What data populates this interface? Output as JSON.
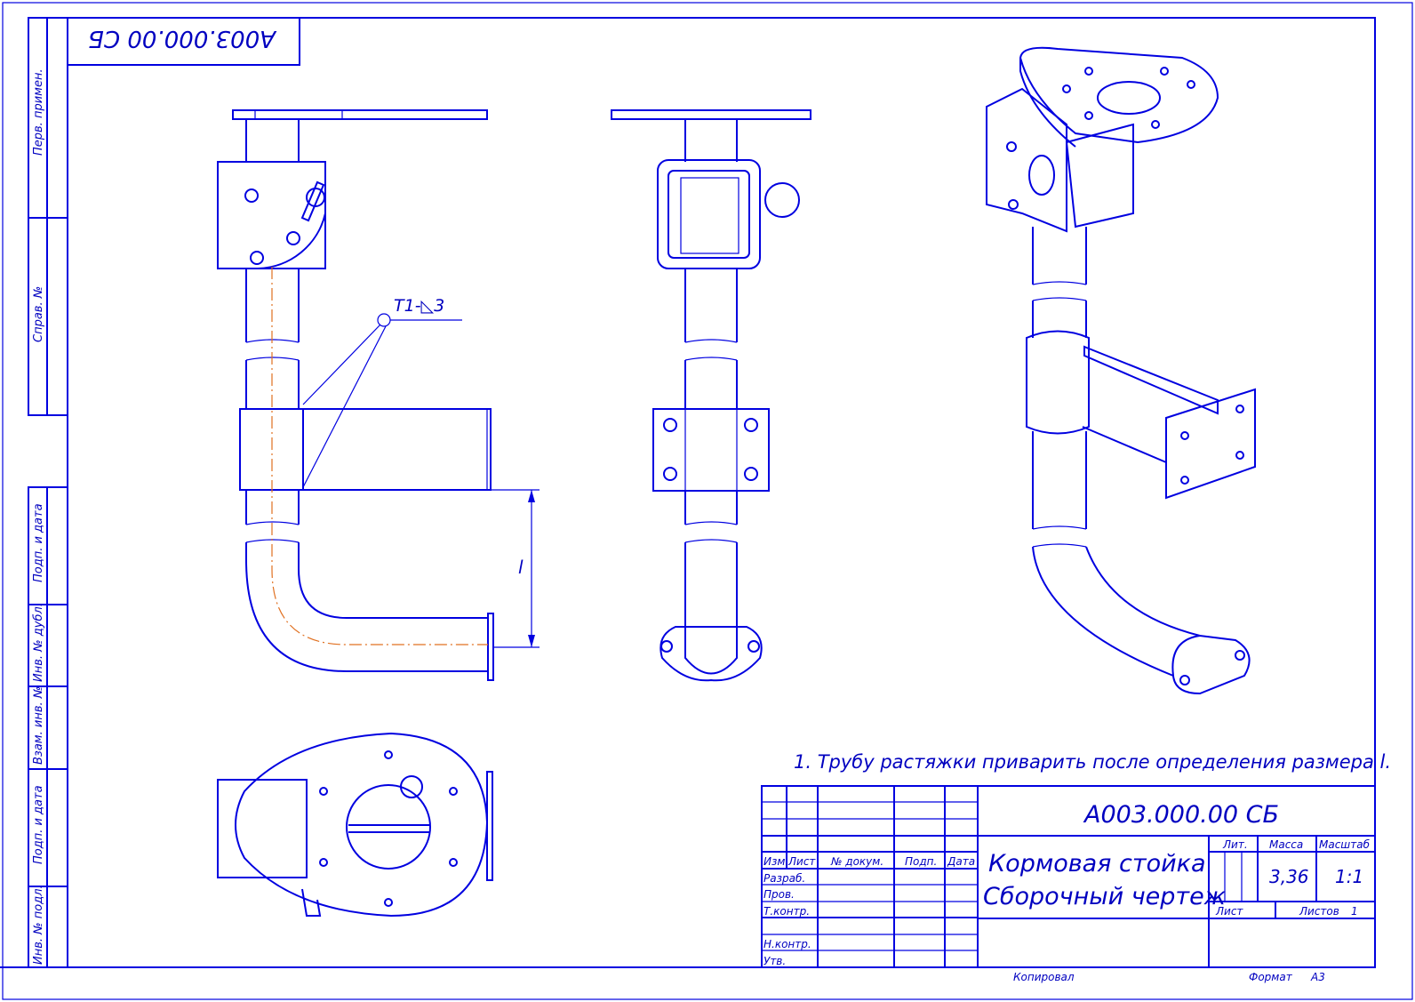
{
  "drawing": {
    "code": "A003.000.00 СБ",
    "code_rotated": "A003.000.00 СБ",
    "title_line1": "Кормовая стойка",
    "title_line2": "Сборочный чертеж",
    "note": "1.  Трубу растяжки приварить после определения размера l.",
    "weld_mark": "Т1-◺3",
    "dimension_label": "l"
  },
  "side_stamps": [
    "Перв. примен.",
    "Справ. №",
    "Подп. и дата",
    "Инв. № дубл.",
    "Взам. инв. №",
    "Подп. и дата",
    "Инв. № подл."
  ],
  "title_block": {
    "headers": [
      "Изм.",
      "Лист",
      "№ докум.",
      "Подп.",
      "Дата"
    ],
    "roles": [
      "Разраб.",
      "Пров.",
      "Т.контр.",
      "Н.контр.",
      "Утв."
    ],
    "lit_label": "Лит.",
    "mass_label": "Масса",
    "scale_label": "Масштаб",
    "mass": "3,36",
    "scale": "1:1",
    "sheet_label": "Лист",
    "sheets_label": "Листов",
    "sheets": "1"
  },
  "footer": {
    "copied": "Копировал",
    "format_label": "Формат",
    "format": "А3"
  }
}
